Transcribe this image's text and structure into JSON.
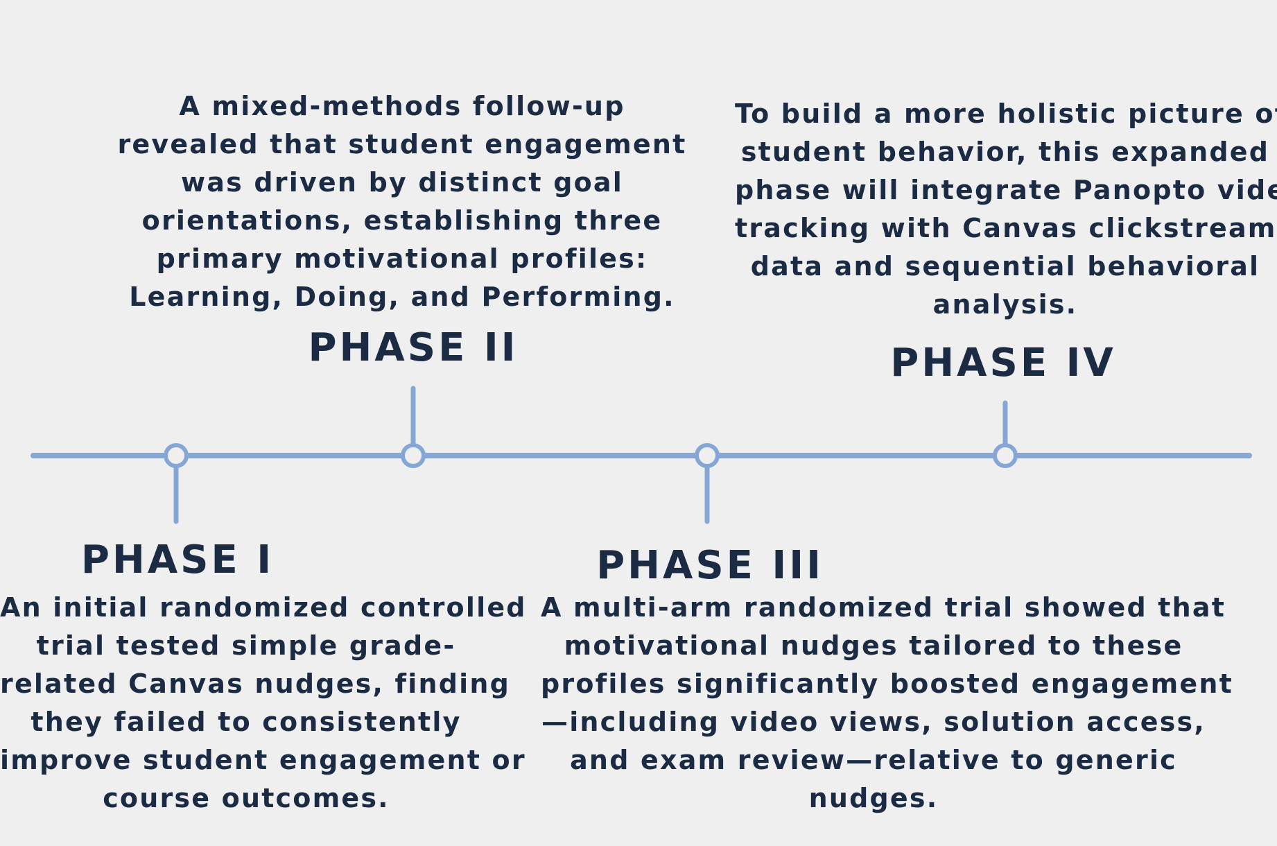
{
  "colors": {
    "background": "#efefef",
    "timeline": "#86a7d6",
    "text": "#1b2b44"
  },
  "phases": [
    {
      "title": "PHASE I",
      "description_lines": [
        "An initial randomized controlled",
        "trial tested simple grade-",
        "related Canvas nudges, finding",
        "they failed to consistently",
        "improve student engagement or",
        "course outcomes."
      ]
    },
    {
      "title": "PHASE II",
      "description_lines": [
        "A mixed-methods follow-up",
        "revealed that student engagement",
        "was driven by distinct goal",
        "orientations, establishing three",
        "primary motivational profiles:",
        "Learning, Doing, and Performing."
      ]
    },
    {
      "title": "PHASE III",
      "description_lines": [
        "A multi-arm randomized trial showed that",
        "motivational nudges tailored to these",
        "profiles significantly boosted engagement",
        "—including video views, solution access,",
        "and exam review—relative to generic",
        "nudges."
      ]
    },
    {
      "title": "PHASE IV",
      "description_lines": [
        "To build a more holistic picture of",
        "student behavior, this expanded",
        "phase will integrate Panopto video",
        "tracking with Canvas clickstream",
        "data and sequential behavioral",
        "analysis."
      ]
    }
  ]
}
